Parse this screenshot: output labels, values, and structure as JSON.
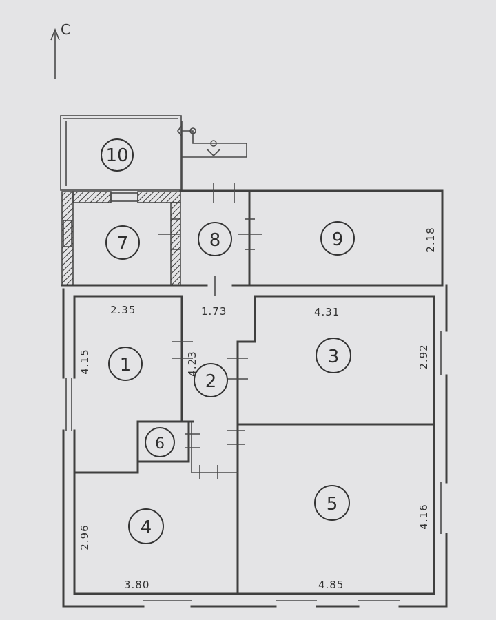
{
  "compass": {
    "label": "С"
  },
  "rooms": [
    {
      "id": "1",
      "label": "1"
    },
    {
      "id": "2",
      "label": "2"
    },
    {
      "id": "3",
      "label": "3"
    },
    {
      "id": "4",
      "label": "4"
    },
    {
      "id": "5",
      "label": "5"
    },
    {
      "id": "6",
      "label": "6"
    },
    {
      "id": "7",
      "label": "7"
    },
    {
      "id": "8",
      "label": "8"
    },
    {
      "id": "9",
      "label": "9"
    },
    {
      "id": "10",
      "label": "10"
    }
  ],
  "dimensions": {
    "room1_width": "2.35",
    "room1_height": "4.15",
    "corridor_width": "1.73",
    "corridor_height": "4.23",
    "room3_width": "4.31",
    "room3_height": "2.92",
    "room4_width": "3.80",
    "room4_height": "2.96",
    "room5_width": "4.85",
    "room5_height": "4.16",
    "room9_height": "2.18"
  },
  "colors": {
    "paper": "#e4e4e6",
    "pencil": "#3f3f3f"
  }
}
